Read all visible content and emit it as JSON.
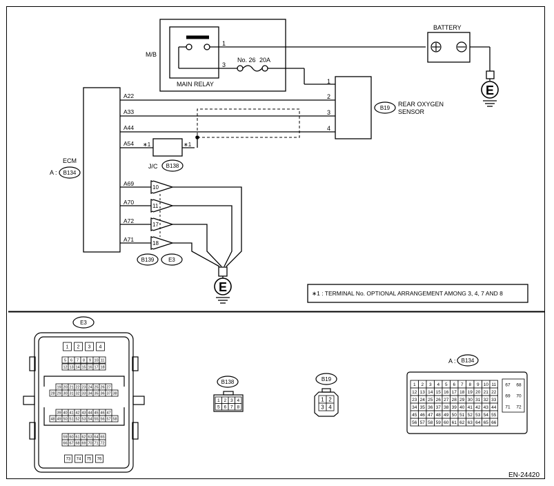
{
  "main_relay": {
    "box_label": "M/B",
    "name": "MAIN RELAY",
    "pin1": "1",
    "pin3": "3"
  },
  "fuse": {
    "label": "No. 26",
    "rating": "20A"
  },
  "battery": {
    "label": "BATTERY"
  },
  "ground_symbol": "E",
  "ecm": {
    "label": "ECM",
    "connector_prefix": "A :",
    "connector": "B134"
  },
  "ecm_pins": [
    "A22",
    "A33",
    "A44",
    "A54",
    "A69",
    "A70",
    "A72",
    "A71"
  ],
  "sensor": {
    "connector": "B19",
    "name_line1": "REAR OXYGEN",
    "name_line2": "SENSOR",
    "pins": [
      "1",
      "2",
      "3",
      "4"
    ]
  },
  "jc": {
    "label": "J/C",
    "connector": "B138",
    "mark": "∗1"
  },
  "ground_connectors": {
    "a": "B139",
    "b": "E3"
  },
  "ground_pins": [
    "10",
    "11",
    "17",
    "18"
  ],
  "note": "∗1 : TERMINAL No. OPTIONAL ARRANGEMENT AMONG 3, 4, 7 AND 8",
  "e3_connector": {
    "label": "E3",
    "rows": [
      [
        "1",
        "2",
        "3",
        "4"
      ],
      [
        "5",
        "6",
        "7",
        "8",
        "9",
        "10",
        "11"
      ],
      [
        "12",
        "13",
        "14",
        "15",
        "16",
        "17",
        "18"
      ],
      [
        "19",
        "20",
        "21",
        "22",
        "23",
        "24",
        "25",
        "26",
        "27"
      ],
      [
        "28",
        "29",
        "30",
        "31",
        "32",
        "33",
        "34",
        "35",
        "36",
        "37",
        "38"
      ],
      [
        "39",
        "40",
        "41",
        "42",
        "43",
        "44",
        "45",
        "46",
        "47"
      ],
      [
        "48",
        "49",
        "50",
        "51",
        "52",
        "53",
        "54",
        "55",
        "56",
        "57",
        "58"
      ],
      [
        "59",
        "60",
        "61",
        "62",
        "63",
        "64",
        "65"
      ],
      [
        "66",
        "67",
        "68",
        "69",
        "70",
        "71",
        "72"
      ],
      [
        "73",
        "74",
        "75",
        "76"
      ]
    ]
  },
  "b138_connector": {
    "label": "B138",
    "rows": [
      [
        "1",
        "2",
        "3",
        "4"
      ],
      [
        "5",
        "6",
        "7",
        "8"
      ]
    ]
  },
  "b19_connector": {
    "label": "B19",
    "rows": [
      [
        "1",
        "2"
      ],
      [
        "3",
        "4"
      ]
    ]
  },
  "b134_connector": {
    "prefix": "A :",
    "label": "B134",
    "rows": [
      [
        "1",
        "2",
        "3",
        "4",
        "5",
        "6",
        "7",
        "8",
        "9",
        "10",
        "11"
      ],
      [
        "12",
        "13",
        "14",
        "15",
        "16",
        "17",
        "18",
        "19",
        "20",
        "21",
        "22"
      ],
      [
        "23",
        "24",
        "25",
        "26",
        "27",
        "28",
        "29",
        "30",
        "31",
        "32",
        "33"
      ],
      [
        "34",
        "35",
        "36",
        "37",
        "38",
        "39",
        "40",
        "41",
        "42",
        "43",
        "44"
      ],
      [
        "45",
        "46",
        "47",
        "48",
        "49",
        "50",
        "51",
        "52",
        "53",
        "54",
        "55"
      ],
      [
        "56",
        "57",
        "58",
        "59",
        "60",
        "61",
        "62",
        "63",
        "64",
        "65",
        "66"
      ]
    ],
    "side_rows": [
      [
        "67",
        "68"
      ],
      [
        "69",
        "70"
      ],
      [
        "71",
        "72"
      ]
    ]
  },
  "figure_code": "EN-24420"
}
